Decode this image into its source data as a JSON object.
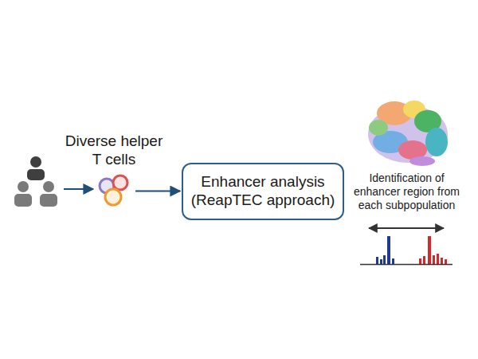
{
  "diagram": {
    "nodes": [
      {
        "text": [
          "Diverse helper T cells"
        ]
      },
      {
        "text": [
          "Enhancer analysis (ReapTEC approach)"
        ]
      },
      {
        "text": [
          "Identification of enhancer region from each subpopulation"
        ]
      }
    ],
    "edges": [
      {
        "from": 0,
        "to": 1,
        "arrow": "to"
      }
    ]
  }
}
